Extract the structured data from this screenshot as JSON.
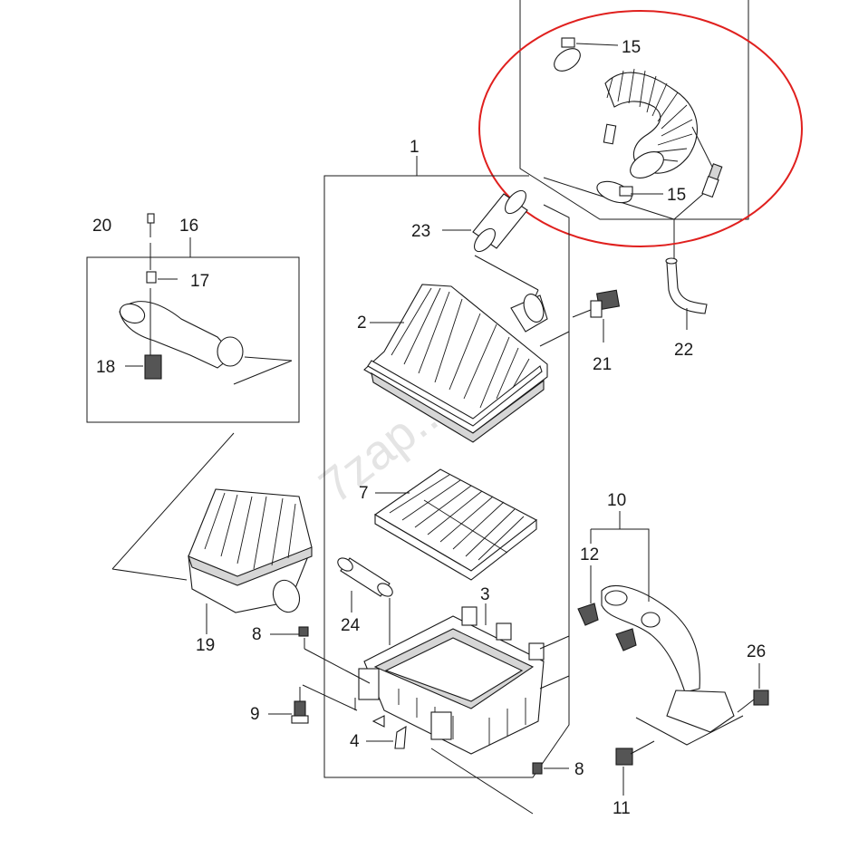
{
  "watermark": "7zap...",
  "highlight_color": "#e0201e",
  "callouts": [
    {
      "id": "c1",
      "text": "1"
    },
    {
      "id": "c2",
      "text": "2"
    },
    {
      "id": "c3",
      "text": "3"
    },
    {
      "id": "c4",
      "text": "4"
    },
    {
      "id": "c7",
      "text": "7"
    },
    {
      "id": "c8a",
      "text": "8"
    },
    {
      "id": "c8b",
      "text": "8"
    },
    {
      "id": "c9",
      "text": "9"
    },
    {
      "id": "c10",
      "text": "10"
    },
    {
      "id": "c11",
      "text": "11"
    },
    {
      "id": "c12",
      "text": "12"
    },
    {
      "id": "c15a",
      "text": "15"
    },
    {
      "id": "c15b",
      "text": "15"
    },
    {
      "id": "c16",
      "text": "16"
    },
    {
      "id": "c17",
      "text": "17"
    },
    {
      "id": "c18",
      "text": "18"
    },
    {
      "id": "c19",
      "text": "19"
    },
    {
      "id": "c20",
      "text": "20"
    },
    {
      "id": "c21",
      "text": "21"
    },
    {
      "id": "c22",
      "text": "22"
    },
    {
      "id": "c23",
      "text": "23"
    },
    {
      "id": "c24",
      "text": "24"
    },
    {
      "id": "c26",
      "text": "26"
    }
  ]
}
